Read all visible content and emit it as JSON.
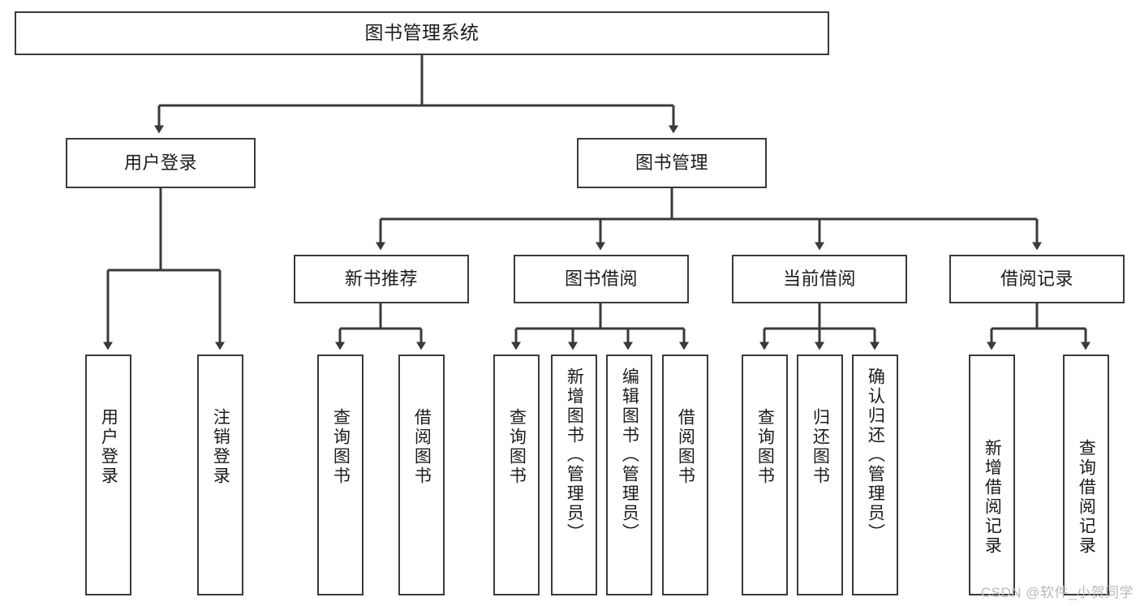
{
  "diagram": {
    "type": "hierarchy-tree",
    "title": "图书管理系统",
    "watermark": "CSDN @软件_小贺同学",
    "colors": {
      "stroke": "#3a3a3a",
      "box_fill": "#ffffff",
      "text": "#1b1b1b",
      "watermark": "#b9b9b9",
      "background": "#ffffff"
    },
    "root": {
      "id": "root",
      "label": "图书管理系统"
    },
    "level2": [
      {
        "id": "user-login",
        "label": "用户登录"
      },
      {
        "id": "book-management",
        "label": "图书管理"
      }
    ],
    "level3": [
      {
        "id": "new-book-recommend",
        "label": "新书推荐",
        "parent": "book-management"
      },
      {
        "id": "book-borrow",
        "label": "图书借阅",
        "parent": "book-management"
      },
      {
        "id": "current-borrow",
        "label": "当前借阅",
        "parent": "book-management"
      },
      {
        "id": "borrow-record",
        "label": "借阅记录",
        "parent": "book-management"
      }
    ],
    "leaves": [
      {
        "id": "leaf-user-login",
        "label": "用户登录",
        "parent": "user-login"
      },
      {
        "id": "leaf-logout-login",
        "label": "注销登录",
        "parent": "user-login"
      },
      {
        "id": "leaf-query-book-1",
        "label": "查询图书",
        "parent": "new-book-recommend"
      },
      {
        "id": "leaf-borrow-book-1",
        "label": "借阅图书",
        "parent": "new-book-recommend"
      },
      {
        "id": "leaf-query-book-2",
        "label": "查询图书",
        "parent": "book-borrow"
      },
      {
        "id": "leaf-add-book",
        "label": "新增图书（管理员）",
        "parent": "book-borrow"
      },
      {
        "id": "leaf-edit-book",
        "label": "编辑图书（管理员）",
        "parent": "book-borrow"
      },
      {
        "id": "leaf-borrow-book-2",
        "label": "借阅图书",
        "parent": "book-borrow"
      },
      {
        "id": "leaf-query-book-3",
        "label": "查询图书",
        "parent": "current-borrow"
      },
      {
        "id": "leaf-return-book",
        "label": "归还图书",
        "parent": "current-borrow"
      },
      {
        "id": "leaf-confirm-return",
        "label": "确认归还（管理员）",
        "parent": "current-borrow"
      },
      {
        "id": "leaf-add-record",
        "label": "新增借阅记录",
        "parent": "borrow-record"
      },
      {
        "id": "leaf-query-record",
        "label": "查询借阅记录",
        "parent": "borrow-record"
      }
    ]
  }
}
